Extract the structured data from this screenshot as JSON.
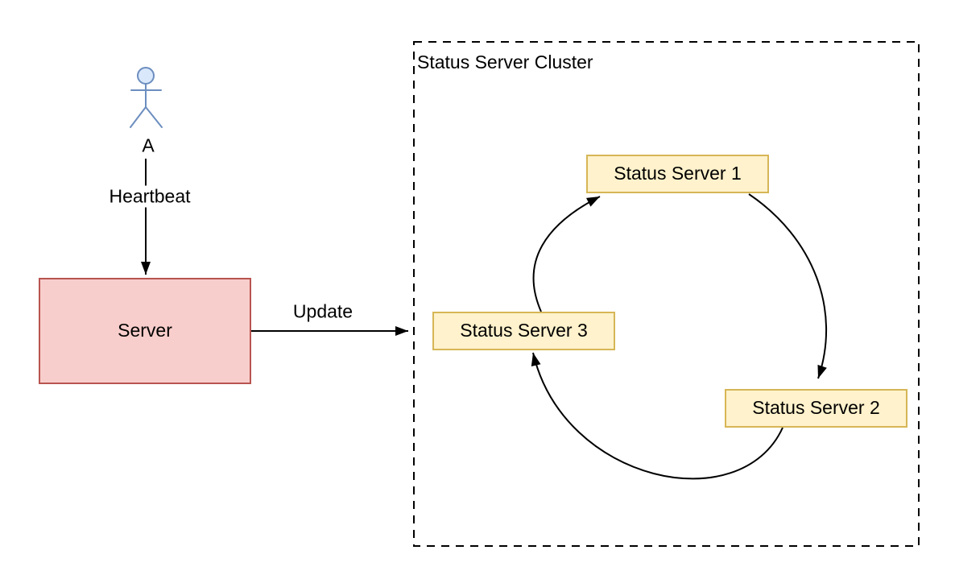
{
  "diagram": {
    "actor": {
      "label": "A"
    },
    "server": {
      "label": "Server"
    },
    "cluster": {
      "title": "Status Server Cluster",
      "nodes": [
        {
          "label": "Status Server 1"
        },
        {
          "label": "Status Server 2"
        },
        {
          "label": "Status Server 3"
        }
      ]
    },
    "connections": [
      {
        "from": "A",
        "to": "Server",
        "label": "Heartbeat"
      },
      {
        "from": "Server",
        "to": "Status Server Cluster",
        "label": "Update"
      },
      {
        "from": "Status Server 1",
        "to": "Status Server 2",
        "label": ""
      },
      {
        "from": "Status Server 2",
        "to": "Status Server 3",
        "label": ""
      },
      {
        "from": "Status Server 3",
        "to": "Status Server 1",
        "label": ""
      }
    ],
    "colors": {
      "background": "#FFFFFF",
      "line": "#000000",
      "server_fill": "#F8CECC",
      "server_stroke": "#B85450",
      "status_fill": "#FFF2CC",
      "status_stroke": "#D6B656",
      "actor_fill": "#DAE8FC",
      "actor_stroke": "#6C8EBF"
    }
  }
}
